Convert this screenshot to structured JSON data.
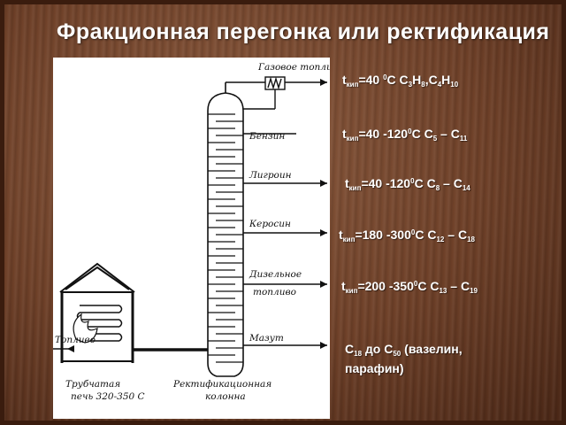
{
  "title": "Фракционная перегонка или ректификация",
  "diagram": {
    "labels": {
      "gas": "Газовое топливо",
      "benzin": "Бензин",
      "ligroin": "Лигроин",
      "kerosin": "Керосин",
      "diesel_1": "Дизельное",
      "diesel_2": "топливо",
      "mazut": "Мазут",
      "toplivo": "Топливо",
      "furnace_1": "Трубчатая",
      "furnace_2": "печь 320-350 С",
      "column_1": "Ректификационная",
      "column_2": "колонна"
    }
  },
  "fractions": [
    {
      "t_main": "t",
      "t_sub": "кип",
      "temp": "=40 ",
      "deg": "0",
      "unit": "С",
      "formula": "   C3H8,C4H10"
    },
    {
      "t_main": "t",
      "t_sub": "кип",
      "temp": "=40 -120",
      "deg": "0",
      "unit": "С",
      "formula": "   C5 – C11"
    },
    {
      "t_main": "t",
      "t_sub": "кип",
      "temp": "=40 -120",
      "deg": "0",
      "unit": "С",
      "formula": "   C8 – C14"
    },
    {
      "t_main": "t",
      "t_sub": "кип",
      "temp": "=180 -300",
      "deg": "0",
      "unit": "С",
      "formula": "   C12 – C18"
    },
    {
      "t_main": "t",
      "t_sub": "кип",
      "temp": "=200 -350",
      "deg": "0",
      "unit": "С",
      "formula": "   C13 – C19"
    },
    {
      "formula": "C18 до C50  (вазелин, парафин)"
    }
  ]
}
